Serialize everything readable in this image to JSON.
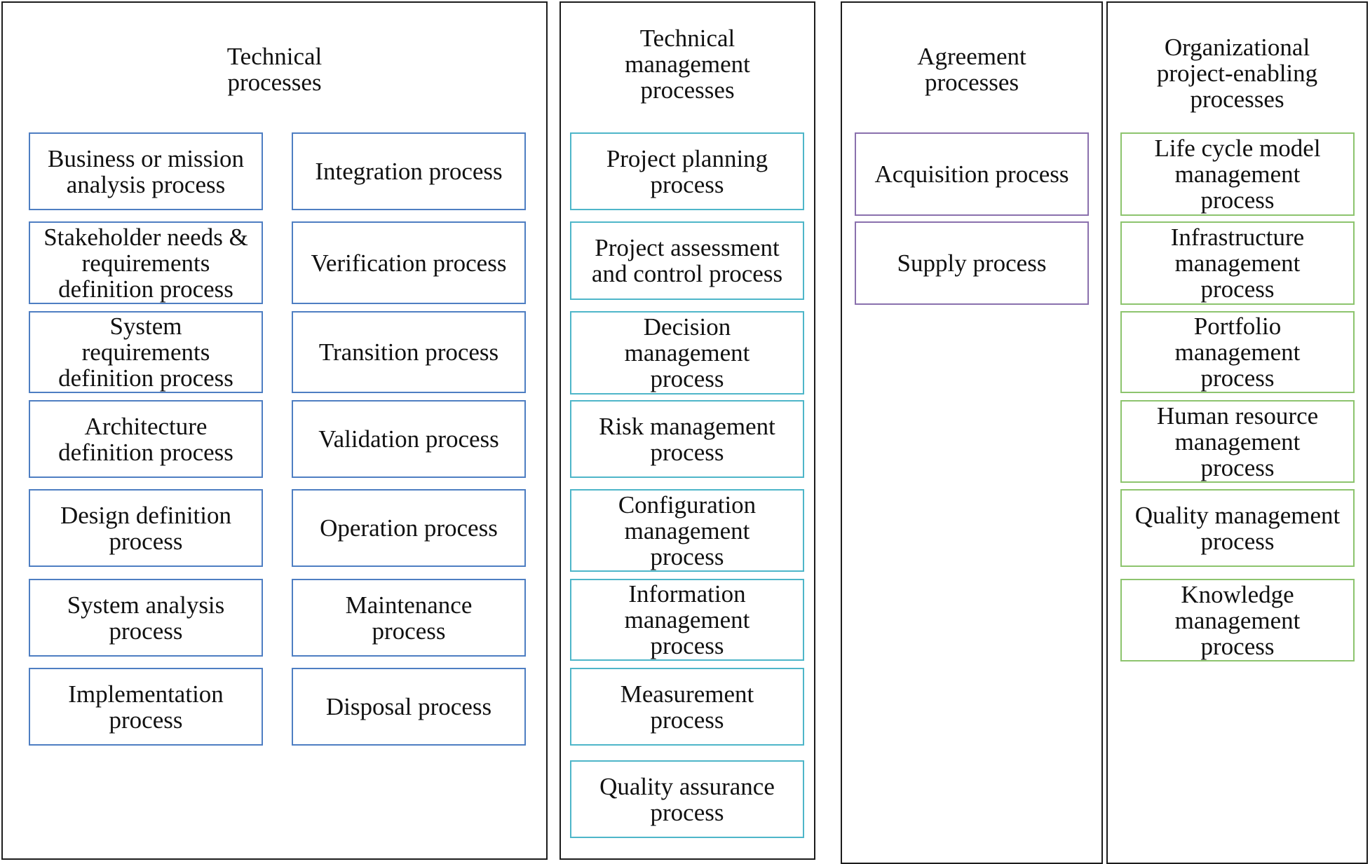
{
  "colors": {
    "panel_border": "#1c1c1c",
    "technical_box_border": "#4e7ec2",
    "management_box_border": "#4eb6c9",
    "agreement_box_border": "#8a70ad",
    "organizational_box_border": "#8dc46e"
  },
  "technical": {
    "title": "Technical\nprocesses",
    "left": [
      "Business or mission\nanalysis process",
      "Stakeholder needs &\nrequirements\ndefinition process",
      "System\nrequirements\ndefinition process",
      "Architecture\ndefinition process",
      "Design definition\nprocess",
      "System analysis\nprocess",
      "Implementation\nprocess"
    ],
    "right": [
      "Integration process",
      "Verification process",
      "Transition process",
      "Validation process",
      "Operation process",
      "Maintenance\nprocess",
      "Disposal process"
    ]
  },
  "management": {
    "title": "Technical\nmanagement\nprocesses",
    "items": [
      "Project planning\nprocess",
      "Project assessment\nand control process",
      "Decision\nmanagement\nprocess",
      "Risk management\nprocess",
      "Configuration\nmanagement\nprocess",
      "Information\nmanagement\nprocess",
      "Measurement\nprocess",
      "Quality assurance\nprocess"
    ]
  },
  "agreement": {
    "title": "Agreement\nprocesses",
    "items": [
      "Acquisition process",
      "Supply process"
    ]
  },
  "organizational": {
    "title": "Organizational\nproject-enabling\nprocesses",
    "items": [
      "Life cycle model\nmanagement\nprocess",
      "Infrastructure\nmanagement\nprocess",
      "Portfolio\nmanagement\nprocess",
      "Human resource\nmanagement\nprocess",
      "Quality management\nprocess",
      "Knowledge\nmanagement\nprocess"
    ]
  }
}
